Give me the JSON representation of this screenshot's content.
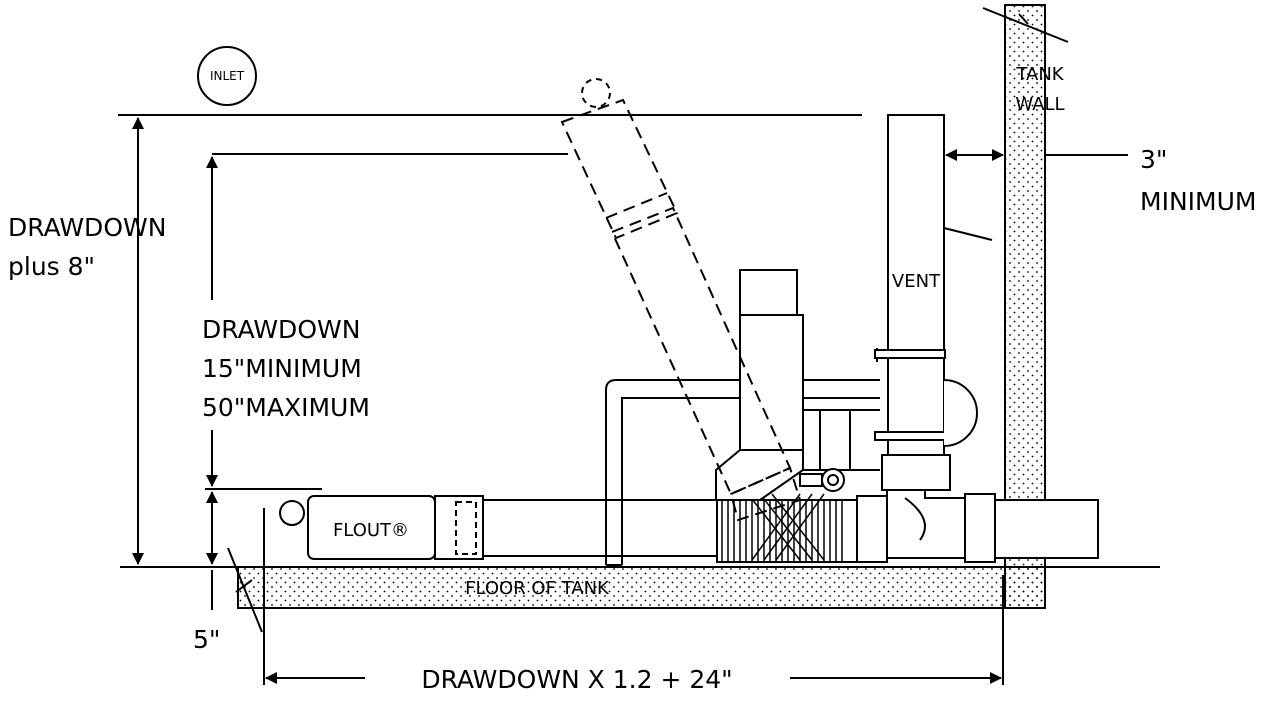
{
  "labels": {
    "inlet": "INLET",
    "tank_wall_1": "TANK",
    "tank_wall_2": "WALL",
    "three_in": "3\"",
    "minimum": "MINIMUM",
    "drawdown_plus_1": "DRAWDOWN",
    "drawdown_plus_2": "plus 8\"",
    "vent": "VENT",
    "drawdown_1": "DRAWDOWN",
    "drawdown_2": "15\"MINIMUM",
    "drawdown_3": "50\"MAXIMUM",
    "flout": "FLOUT®",
    "floor": "FLOOR OF TANK",
    "five_in": "5\"",
    "length_formula": "DRAWDOWN X 1.2 + 24\""
  },
  "colors": {
    "line": "#000000",
    "background": "#ffffff"
  }
}
